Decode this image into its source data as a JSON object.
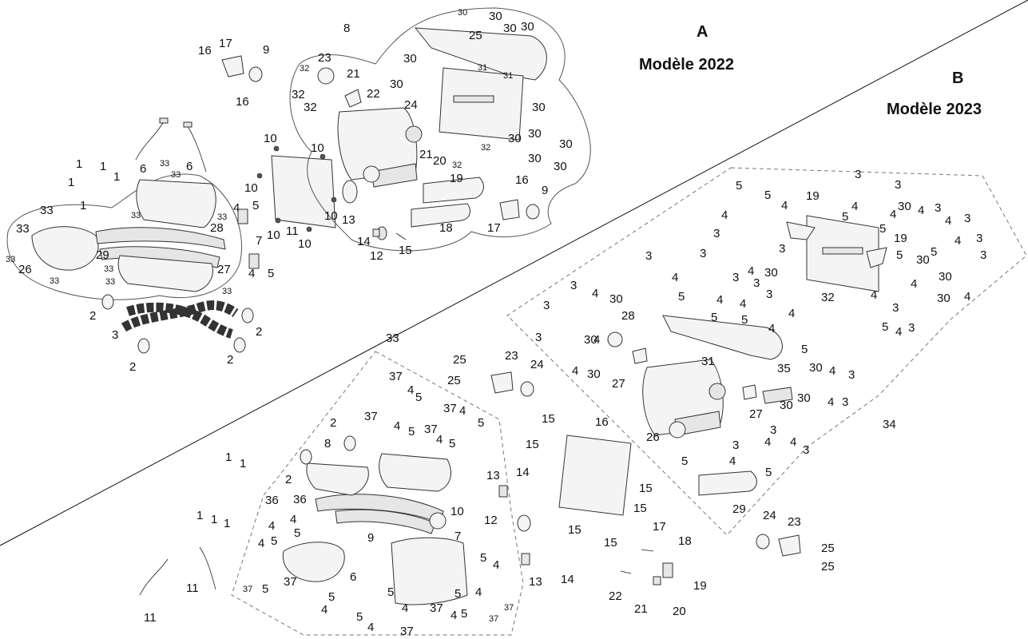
{
  "sections": {
    "a": {
      "letter": "A",
      "title": "Modèle 2022"
    },
    "b": {
      "letter": "B",
      "title": "Modèle 2023"
    }
  },
  "callouts": [
    "1",
    "1",
    "1",
    "1",
    "1",
    "6",
    "6",
    "2",
    "3",
    "2",
    "2",
    "2",
    "7",
    "4",
    "5",
    "4",
    "5",
    "26",
    "29",
    "27",
    "28",
    "33",
    "33",
    "33",
    "33",
    "33",
    "33",
    "33",
    "33",
    "33",
    "33",
    "33",
    "16",
    "17",
    "9",
    "16",
    "8",
    "23",
    "21",
    "22",
    "24",
    "25",
    "20",
    "21",
    "19",
    "18",
    "17",
    "16",
    "9",
    "14",
    "12",
    "15",
    "13",
    "10",
    "10",
    "10",
    "10",
    "10",
    "11",
    "10",
    "30",
    "31",
    "32",
    "33",
    "34",
    "35",
    "36",
    "37"
  ]
}
